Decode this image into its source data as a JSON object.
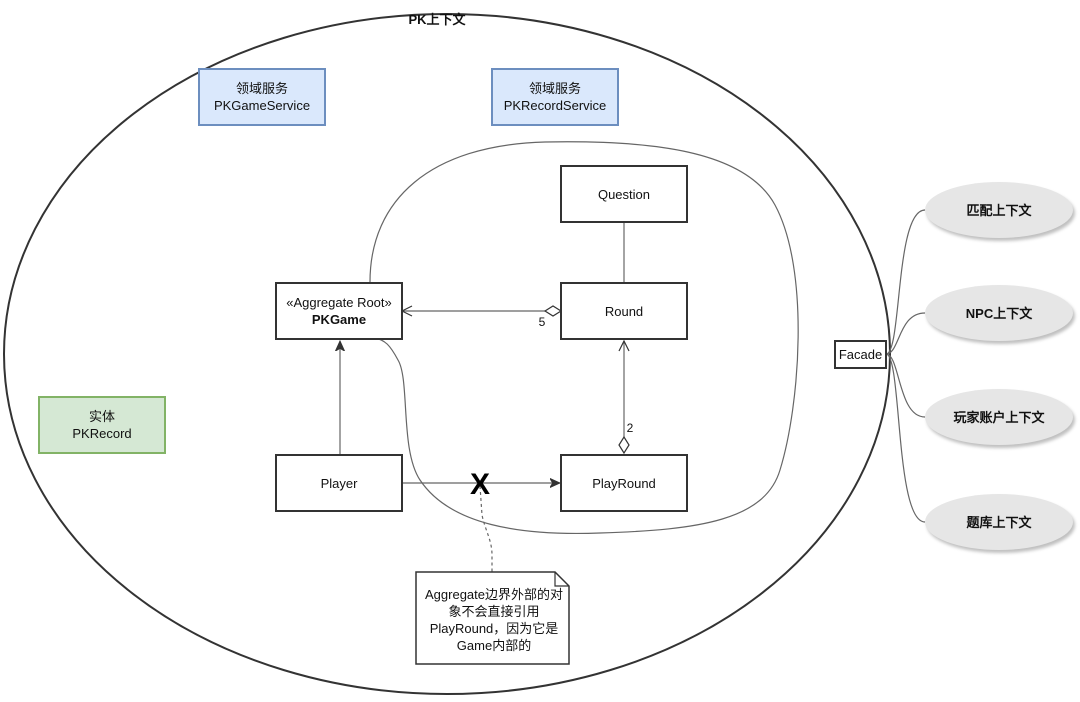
{
  "diagram": {
    "title": "PK上下文",
    "domain_services": [
      {
        "kind": "领域服务",
        "name": "PKGameService"
      },
      {
        "kind": "领域服务",
        "name": "PKRecordService"
      }
    ],
    "entity": {
      "kind": "实体",
      "name": "PKRecord"
    },
    "classes": {
      "pkgame": {
        "stereotype": "«Aggregate Root»",
        "name": "PKGame"
      },
      "question": {
        "name": "Question"
      },
      "round": {
        "name": "Round"
      },
      "player": {
        "name": "Player"
      },
      "playround": {
        "name": "PlayRound"
      }
    },
    "multiplicities": {
      "round_to_pkgame": "5",
      "playround_to_round": "2"
    },
    "forbidden_mark": "X",
    "note": {
      "line1": "Aggregate边界外部的对",
      "line2": "象不会直接引用",
      "line3": "PlayRound，因为它是",
      "line4": "Game内部的"
    },
    "facade": "Facade",
    "external_contexts": [
      "匹配上下文",
      "NPC上下文",
      "玩家账户上下文",
      "题库上下文"
    ]
  }
}
